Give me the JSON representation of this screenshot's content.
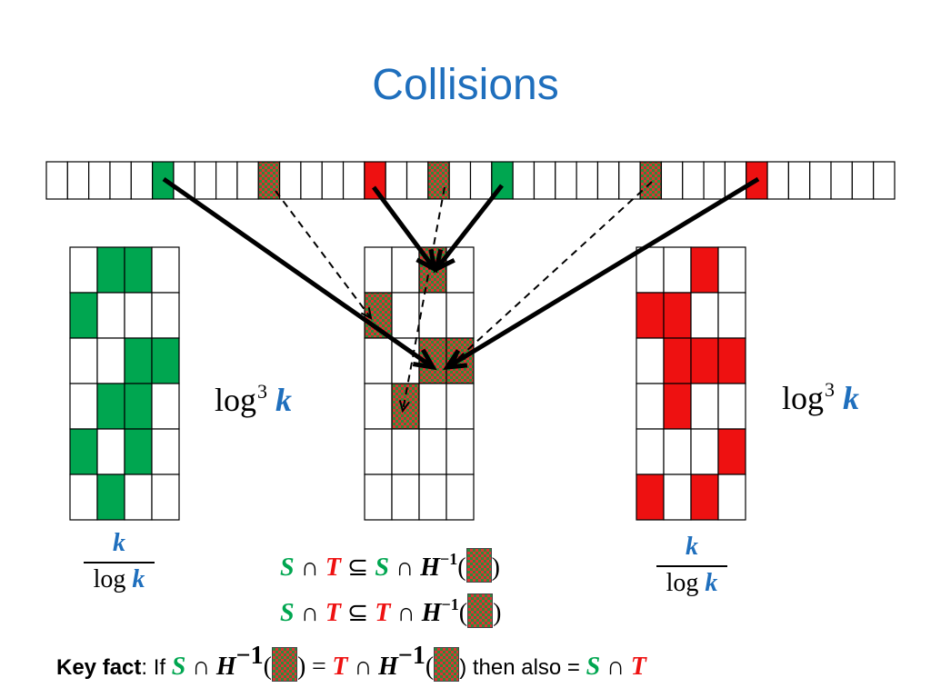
{
  "title": "Collisions",
  "colors": {
    "green": "#00a650",
    "red": "#ee1111",
    "blue": "#1f6fbd"
  },
  "labels": {
    "log": "log",
    "cube": "3",
    "k": "k"
  },
  "equations": {
    "line1": {
      "S": "S",
      "cap": "∩",
      "T": "T",
      "subset": "⊆",
      "rhs_set": "S",
      "H": "H",
      "inv": "−1"
    },
    "line2": {
      "S": "S",
      "cap": "∩",
      "T": "T",
      "subset": "⊆",
      "rhs_set": "T",
      "H": "H",
      "inv": "−1"
    }
  },
  "key_fact": {
    "label": "Key fact",
    "if": ": If",
    "S": "S",
    "cap": "∩",
    "H": "H",
    "inv": "−1",
    "eq": "=",
    "T": "T",
    "then": ") then also =",
    "S2": "S",
    "T2": "T"
  },
  "diagram": {
    "array_cells": 40,
    "array_colored": [
      {
        "index": 5,
        "fill": "green"
      },
      {
        "index": 10,
        "fill": "mixed"
      },
      {
        "index": 15,
        "fill": "red"
      },
      {
        "index": 18,
        "fill": "mixed"
      },
      {
        "index": 21,
        "fill": "green"
      },
      {
        "index": 28,
        "fill": "mixed"
      },
      {
        "index": 33,
        "fill": "red"
      }
    ],
    "grid_rows": 6,
    "grid_cols": 4,
    "left_grid": [
      [
        0,
        1,
        1,
        0
      ],
      [
        1,
        0,
        0,
        0
      ],
      [
        0,
        0,
        1,
        1
      ],
      [
        0,
        1,
        1,
        0
      ],
      [
        1,
        0,
        1,
        0
      ],
      [
        0,
        1,
        0,
        0
      ]
    ],
    "middle_grid": [
      [
        0,
        0,
        1,
        0
      ],
      [
        1,
        0,
        0,
        0
      ],
      [
        0,
        0,
        1,
        1
      ],
      [
        0,
        1,
        0,
        0
      ],
      [
        0,
        0,
        0,
        0
      ],
      [
        0,
        0,
        0,
        0
      ]
    ],
    "right_grid": [
      [
        0,
        0,
        1,
        0
      ],
      [
        1,
        1,
        0,
        0
      ],
      [
        0,
        1,
        1,
        1
      ],
      [
        0,
        1,
        0,
        0
      ],
      [
        0,
        0,
        0,
        1
      ],
      [
        1,
        0,
        1,
        0
      ]
    ]
  }
}
